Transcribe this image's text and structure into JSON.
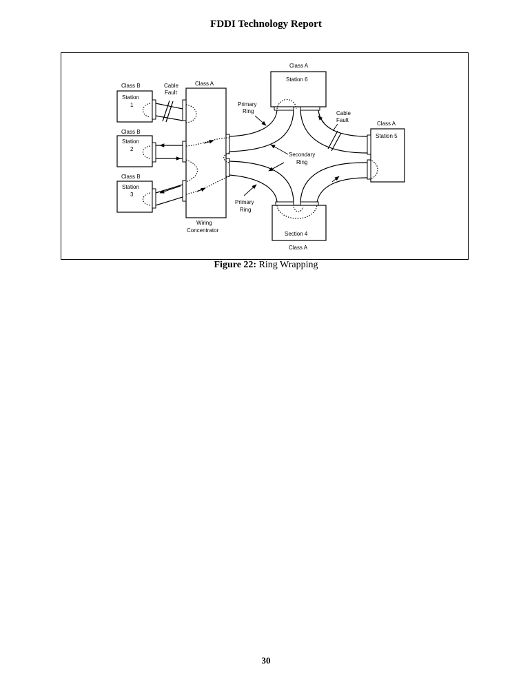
{
  "header": {
    "title": "FDDI Technology Report"
  },
  "figure": {
    "caption_label": "Figure 22:",
    "caption_text": "Ring Wrapping",
    "labels": {
      "class_b_1": "Class B",
      "station_1_line1": "Station",
      "station_1_line2": "1",
      "cable_fault_1_line1": "Cable",
      "cable_fault_1_line2": "Fault",
      "class_a_concentrator": "Class A",
      "class_b_2": "Class B",
      "station_2_line1": "Station",
      "station_2_line2": "2",
      "class_b_3": "Class B",
      "station_3_line1": "Station",
      "station_3_line2": "3",
      "wiring_line1": "Wiring",
      "wiring_line2": "Concentrator",
      "class_a_station6": "Class A",
      "station_6": "Station 6",
      "primary_ring_top_line1": "Primary",
      "primary_ring_top_line2": "Ring",
      "cable_fault_2_line1": "Cable",
      "cable_fault_2_line2": "Fault",
      "class_a_station5": "Class  A",
      "station_5": "Station 5",
      "secondary_ring_line1": "Secondary",
      "secondary_ring_line2": "Ring",
      "primary_ring_bottom_line1": "Primary",
      "primary_ring_bottom_line2": "Ring",
      "section_4": "Section 4",
      "class_a_section4": "Class A"
    }
  },
  "page_number": "30"
}
